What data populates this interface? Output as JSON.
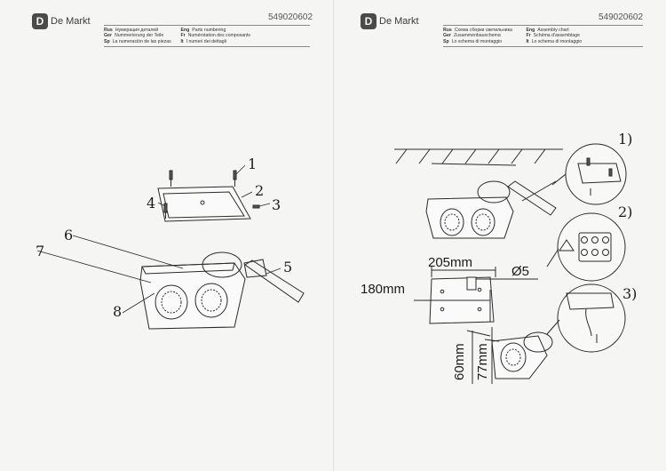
{
  "brand": {
    "logo_letter": "D",
    "logo_text": "De Markt",
    "model_code": "549020602"
  },
  "left_page": {
    "langs": [
      [
        "Rus",
        "Нумерация деталей"
      ],
      [
        "Ger",
        "Nummerierung der Teile"
      ],
      [
        "Sp",
        "La numeración de las piezas"
      ]
    ],
    "langs2": [
      [
        "Eng",
        "Parts numbering"
      ],
      [
        "Fr",
        "Numérotation des composants"
      ],
      [
        "It",
        "I numeri dei dettagli"
      ]
    ],
    "callouts": [
      "1",
      "2",
      "3",
      "4",
      "5",
      "6",
      "7",
      "8"
    ]
  },
  "right_page": {
    "langs": [
      [
        "Rus",
        "Схема сборки светильника"
      ],
      [
        "Ger",
        "Zusammenbauschema"
      ],
      [
        "Sp",
        "Lo schema di montaggio"
      ]
    ],
    "langs2": [
      [
        "Eng",
        "Assembly chart"
      ],
      [
        "Fr",
        "Schéma d'assemblage"
      ],
      [
        "It",
        "Lo schema di montaggio"
      ]
    ],
    "steps": [
      "1)",
      "2)",
      "3)"
    ],
    "dimensions": {
      "width": "205mm",
      "hole": "Ø5",
      "height": "180mm",
      "depth1": "60mm",
      "depth2": "77mm"
    }
  }
}
